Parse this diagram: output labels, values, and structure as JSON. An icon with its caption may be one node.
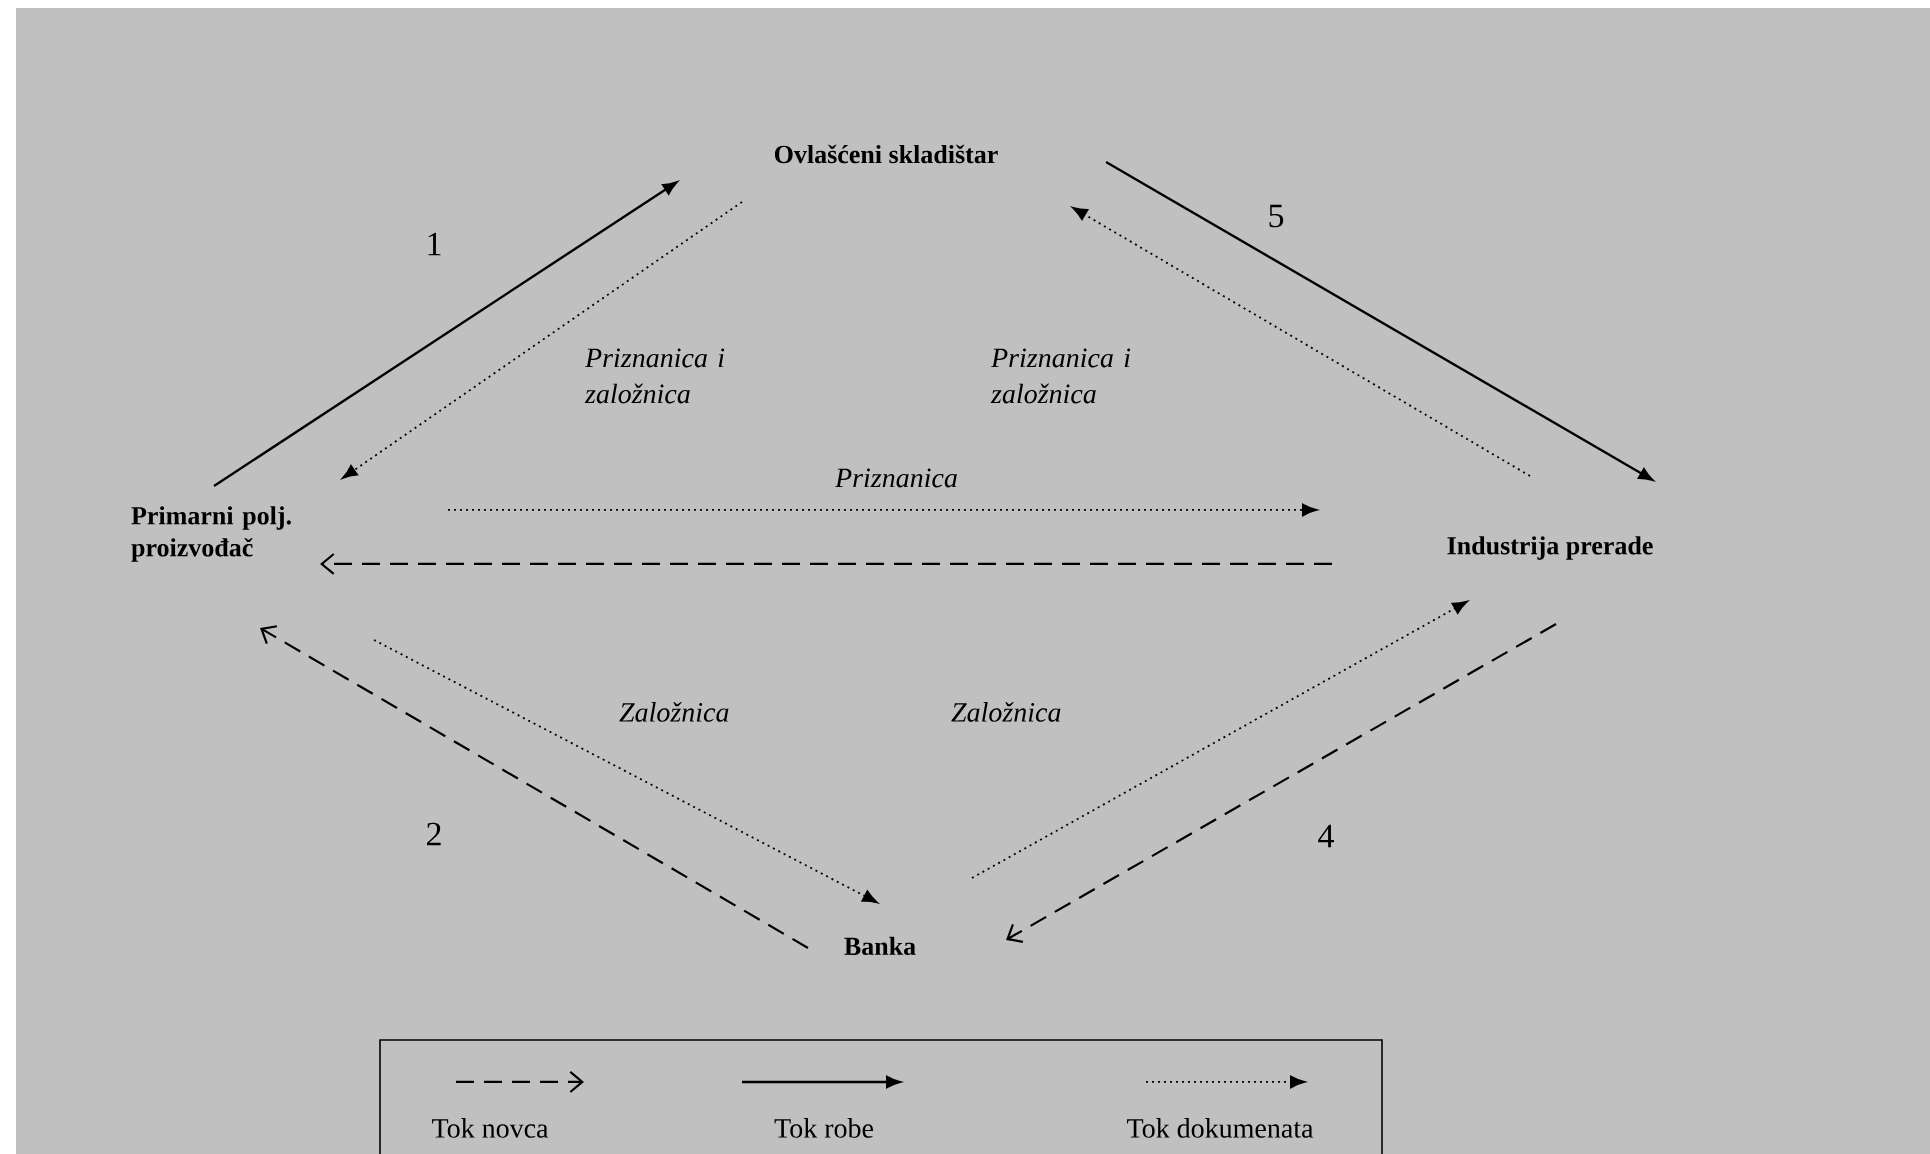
{
  "diagram": {
    "nodes": [
      {
        "text": [
          "Ovlašćeni skladištar"
        ]
      },
      {
        "text": [
          "Primarni polj. proizvođač"
        ]
      },
      {
        "text": [
          "Industrija prerade"
        ]
      },
      {
        "text": [
          "Banka"
        ]
      }
    ],
    "edges": [
      {
        "from": 1,
        "to": 0,
        "arrow": "to",
        "label": "1"
      },
      {
        "from": 0,
        "to": 1,
        "arrow": "to",
        "style": "dashed",
        "label": "Priznanica i založnica"
      },
      {
        "from": 0,
        "to": 2,
        "arrow": "to",
        "label": "5"
      },
      {
        "from": 2,
        "to": 0,
        "arrow": "to",
        "style": "dashed",
        "label": "Priznanica i založnica"
      },
      {
        "from": 1,
        "to": 2,
        "arrow": "to",
        "style": "dashed",
        "label": "Priznanica"
      },
      {
        "from": 2,
        "to": 1,
        "arrow": "to",
        "style": "dashed"
      },
      {
        "from": 3,
        "to": 1,
        "arrow": "to",
        "style": "dashed",
        "label": "2"
      },
      {
        "from": 1,
        "to": 3,
        "arrow": "to",
        "style": "dashed",
        "label": "Založnica"
      },
      {
        "from": 3,
        "to": 2,
        "arrow": "to",
        "style": "dashed",
        "label": "Založnica"
      },
      {
        "from": 2,
        "to": 3,
        "arrow": "to",
        "style": "dashed",
        "label": "4"
      }
    ],
    "legend": [
      {
        "text": "Tok novca"
      },
      {
        "text": "Tok robe"
      },
      {
        "text": "Tok dokumenata"
      }
    ]
  }
}
